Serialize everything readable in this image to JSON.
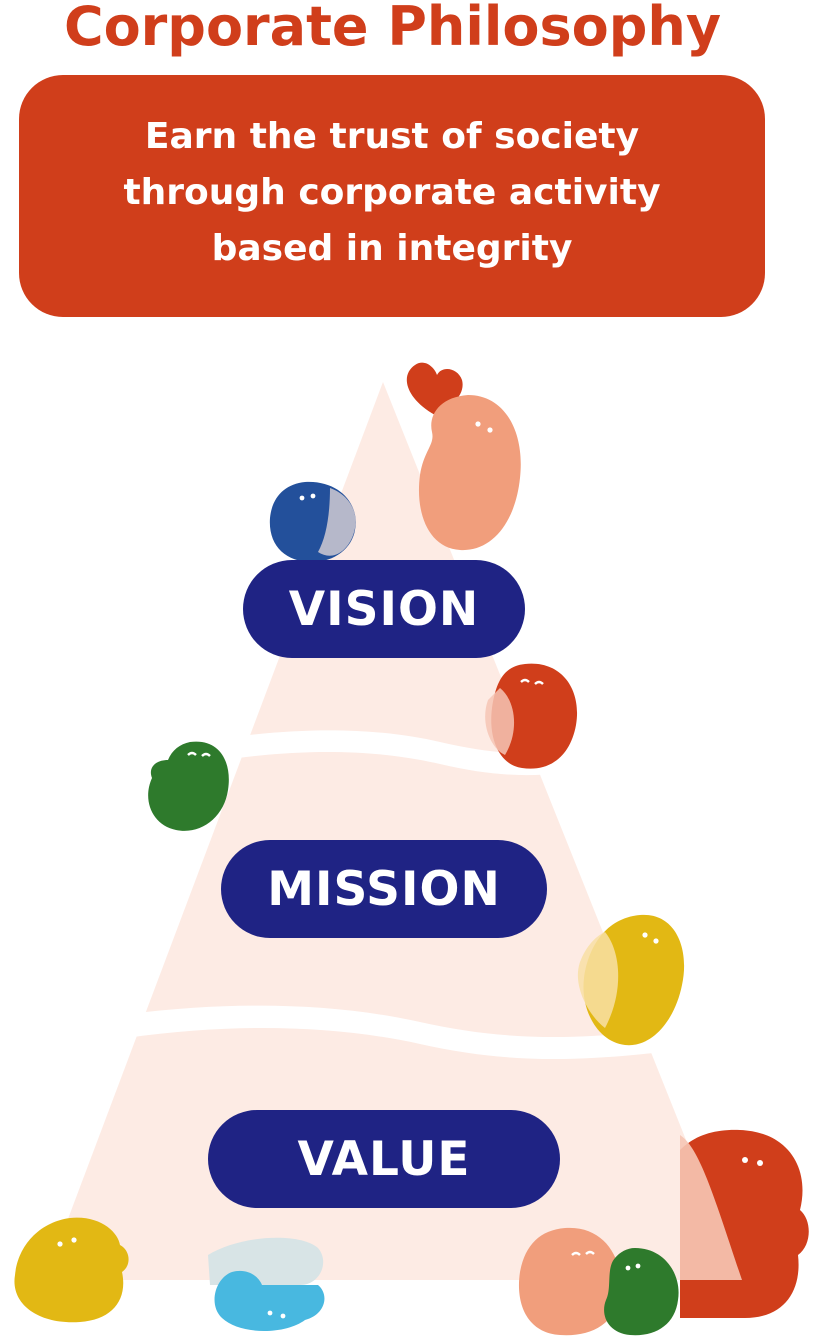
{
  "header": {
    "title": "Corporate Philosophy"
  },
  "philosophy": {
    "statement": "Earn the trust of society\nthrough corporate activity\nbased in integrity"
  },
  "pyramid": {
    "tiers": [
      {
        "label": "VISION"
      },
      {
        "label": "MISSION"
      },
      {
        "label": "VALUE"
      }
    ]
  },
  "colors": {
    "brand_red": "#d03e1b",
    "navy": "#1f2384",
    "pyramid_fill": "#fdebe4",
    "salmon": "#f19e7c",
    "blue": "#23509b",
    "green": "#2e7a2c",
    "yellow": "#e2b814",
    "light_blue": "#48b8e0"
  }
}
